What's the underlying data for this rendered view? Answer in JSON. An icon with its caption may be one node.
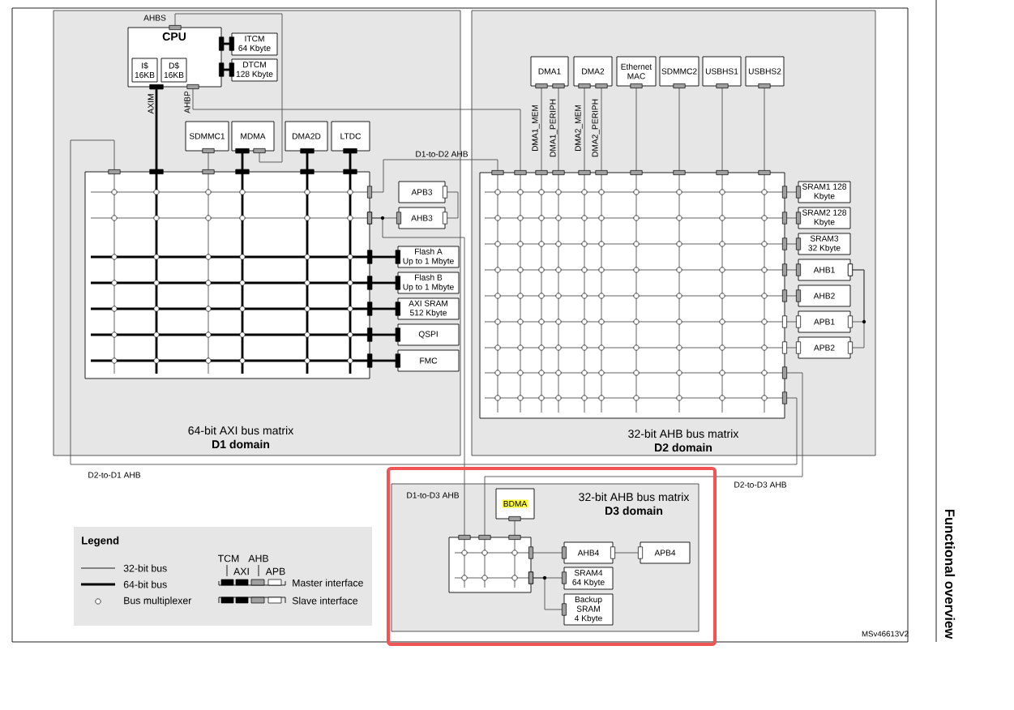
{
  "diagram": {
    "nodes": [
      {
        "text": [
          "64-bit AXI bus matrix",
          "D1 domain"
        ]
      },
      {
        "text": [
          "CPU"
        ],
        "in": 0
      },
      {
        "text": [
          "I$ 16KB"
        ],
        "in": 1
      },
      {
        "text": [
          "D$ 16KB"
        ],
        "in": 1
      },
      {
        "text": [
          "ITCM 64 Kbyte"
        ],
        "in": 0
      },
      {
        "text": [
          "DTCM 128 Kbyte"
        ],
        "in": 0
      },
      {
        "text": [
          "SDMMC1"
        ],
        "in": 0
      },
      {
        "text": [
          "MDMA"
        ],
        "in": 0
      },
      {
        "text": [
          "DMA2D"
        ],
        "in": 0
      },
      {
        "text": [
          "LTDC"
        ],
        "in": 0
      },
      {
        "text": [],
        "shape": "box",
        "in": 0
      },
      {
        "text": [
          "APB3"
        ],
        "in": 0
      },
      {
        "text": [
          "AHB3"
        ],
        "in": 0
      },
      {
        "text": [
          "Flash A Up to 1 Mbyte"
        ],
        "in": 0
      },
      {
        "text": [
          "Flash B Up to 1 Mbyte"
        ],
        "in": 0
      },
      {
        "text": [
          "AXI SRAM 512 Kbyte"
        ],
        "in": 0
      },
      {
        "text": [
          "QSPI"
        ],
        "in": 0
      },
      {
        "text": [
          "FMC"
        ],
        "in": 0
      },
      {
        "text": [
          "32-bit AHB bus matrix",
          "D2 domain"
        ]
      },
      {
        "text": [
          "DMA1"
        ],
        "in": 18
      },
      {
        "text": [
          "DMA2"
        ],
        "in": 18
      },
      {
        "text": [
          "Ethernet MAC"
        ],
        "in": 18
      },
      {
        "text": [
          "SDMMC2"
        ],
        "in": 18
      },
      {
        "text": [
          "USBHS1"
        ],
        "in": 18
      },
      {
        "text": [
          "USBHS2"
        ],
        "in": 18
      },
      {
        "text": [],
        "shape": "box",
        "in": 18
      },
      {
        "text": [
          "SRAM1 128 Kbyte"
        ],
        "in": 18
      },
      {
        "text": [
          "SRAM2 128 Kbyte"
        ],
        "in": 18
      },
      {
        "text": [
          "SRAM3 32 Kbyte"
        ],
        "in": 18
      },
      {
        "text": [
          "AHB1"
        ],
        "in": 18
      },
      {
        "text": [
          "AHB2"
        ],
        "in": 18
      },
      {
        "text": [
          "APB1"
        ],
        "in": 18
      },
      {
        "text": [
          "APB2"
        ],
        "in": 18
      },
      {
        "text": [
          "32-bit AHB bus matrix",
          "D3 domain"
        ]
      },
      {
        "text": [
          "BDMA"
        ],
        "in": 33
      },
      {
        "text": [],
        "shape": "box",
        "in": 33
      },
      {
        "text": [
          "AHB4"
        ],
        "in": 33
      },
      {
        "text": [
          "APB4"
        ],
        "in": 33
      },
      {
        "text": [
          "SRAM4 64 Kbyte"
        ],
        "in": 33
      },
      {
        "text": [
          "Backup SRAM 4 Kbyte"
        ],
        "in": 33
      }
    ],
    "edges": [
      {
        "from": 1,
        "to": 10,
        "arrow": "other",
        "label": "AXIM",
        "style": "thick"
      },
      {
        "from": 1,
        "to": 25,
        "arrow": "other",
        "label": "AHBP"
      },
      {
        "from": 1,
        "to": 7,
        "arrow": "other",
        "label": "AHBS"
      },
      {
        "from": 1,
        "to": 4,
        "arrow": "other",
        "style": "thick"
      },
      {
        "from": 1,
        "to": 5,
        "arrow": "other",
        "style": "thick"
      },
      {
        "from": 6,
        "to": 10,
        "arrow": "other"
      },
      {
        "from": 7,
        "to": 10,
        "arrow": "other",
        "style": "thick"
      },
      {
        "from": 8,
        "to": 10,
        "arrow": "other",
        "style": "thick"
      },
      {
        "from": 9,
        "to": 10,
        "arrow": "other",
        "style": "thick"
      },
      {
        "from": 25,
        "to": 10,
        "arrow": "other",
        "label": "D2-to-D1 AHB"
      },
      {
        "from": 10,
        "to": 25,
        "arrow": "other",
        "label": "D1-to-D2 AHB"
      },
      {
        "from": 10,
        "to": 12,
        "arrow": "other"
      },
      {
        "from": 10,
        "to": 35,
        "arrow": "other",
        "label": "D1-to-D3 AHB"
      },
      {
        "from": 12,
        "to": 11,
        "arrow": "other"
      },
      {
        "from": 10,
        "to": 13,
        "arrow": "other",
        "style": "thick"
      },
      {
        "from": 10,
        "to": 14,
        "arrow": "other",
        "style": "thick"
      },
      {
        "from": 10,
        "to": 15,
        "arrow": "other",
        "style": "thick"
      },
      {
        "from": 10,
        "to": 16,
        "arrow": "other",
        "style": "thick"
      },
      {
        "from": 10,
        "to": 17,
        "arrow": "other",
        "style": "thick"
      },
      {
        "from": 19,
        "to": 25,
        "arrow": "other",
        "label": "DMA1_MEM"
      },
      {
        "from": 19,
        "to": 25,
        "arrow": "other",
        "label": "DMA1_PERIPH"
      },
      {
        "from": 20,
        "to": 25,
        "arrow": "other",
        "label": "DMA2_MEM"
      },
      {
        "from": 20,
        "to": 25,
        "arrow": "other",
        "label": "DMA2_PERIPH"
      },
      {
        "from": 21,
        "to": 25,
        "arrow": "other"
      },
      {
        "from": 22,
        "to": 25,
        "arrow": "other"
      },
      {
        "from": 23,
        "to": 25,
        "arrow": "other"
      },
      {
        "from": 24,
        "to": 25,
        "arrow": "other"
      },
      {
        "from": 25,
        "to": 26,
        "arrow": "other"
      },
      {
        "from": 25,
        "to": 27,
        "arrow": "other"
      },
      {
        "from": 25,
        "to": 28,
        "arrow": "other"
      },
      {
        "from": 25,
        "to": 29,
        "arrow": "other"
      },
      {
        "from": 25,
        "to": 30,
        "arrow": "other"
      },
      {
        "from": 25,
        "to": 31,
        "arrow": "other"
      },
      {
        "from": 25,
        "to": 32,
        "arrow": "other"
      },
      {
        "from": 29,
        "to": 31,
        "arrow": "other"
      },
      {
        "from": 29,
        "to": 32,
        "arrow": "other"
      },
      {
        "from": 25,
        "to": 35,
        "arrow": "other",
        "label": "D2-to-D3 AHB"
      },
      {
        "from": 34,
        "to": 35,
        "arrow": "other"
      },
      {
        "from": 35,
        "to": 36,
        "arrow": "other"
      },
      {
        "from": 36,
        "to": 37,
        "arrow": "other"
      },
      {
        "from": 35,
        "to": 38,
        "arrow": "other"
      },
      {
        "from": 35,
        "to": 39,
        "arrow": "other"
      }
    ],
    "labels": [
      "Legend",
      "TCM",
      "AHB",
      "AXI",
      "APB",
      "MSv46613V2",
      "Functional overview"
    ],
    "legend": [
      {
        "text": "32-bit bus"
      },
      {
        "text": "64-bit bus"
      },
      {
        "text": "Bus multiplexer"
      },
      {
        "text": "Master interface"
      },
      {
        "text": "Slave interface"
      }
    ]
  }
}
